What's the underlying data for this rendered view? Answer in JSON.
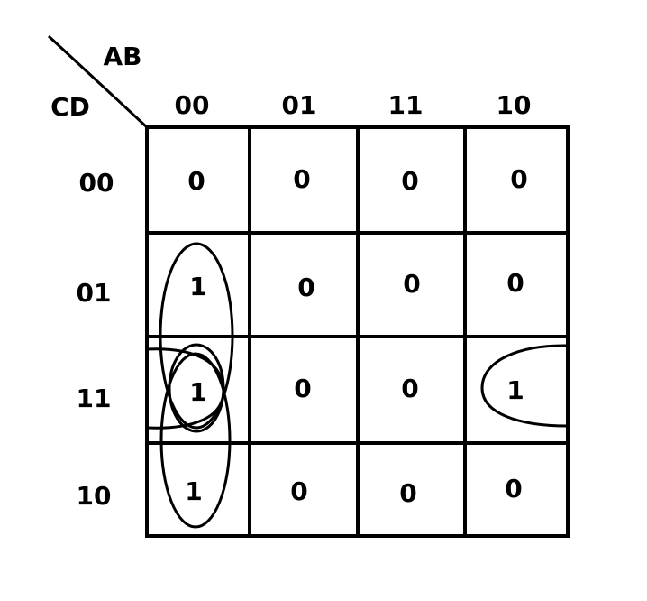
{
  "kmap": {
    "row_variables": "CD",
    "column_variables": "AB",
    "column_labels": [
      "00",
      "01",
      "11",
      "10"
    ],
    "row_labels": [
      "00",
      "01",
      "11",
      "10"
    ],
    "cells": [
      [
        "0",
        "0",
        "0",
        "0"
      ],
      [
        "1",
        "0",
        "0",
        "0"
      ],
      [
        "1",
        "0",
        "0",
        "1"
      ],
      [
        "1",
        "0",
        "0",
        "0"
      ]
    ],
    "groupings": [
      {
        "cells": [
          [
            1,
            0
          ],
          [
            2,
            0
          ]
        ]
      },
      {
        "cells": [
          [
            2,
            0
          ],
          [
            3,
            0
          ]
        ]
      },
      {
        "cells": [
          [
            2,
            0
          ]
        ]
      },
      {
        "cells": [
          [
            2,
            0
          ],
          [
            2,
            3
          ]
        ],
        "wraps": true
      }
    ]
  }
}
